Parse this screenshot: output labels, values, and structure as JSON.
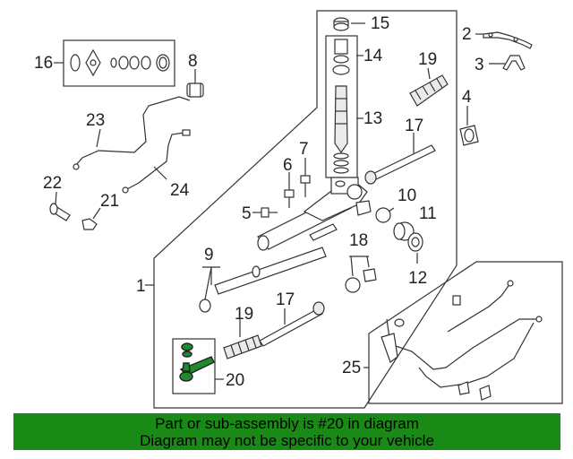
{
  "parts": {
    "p1": "1",
    "p2": "2",
    "p3": "3",
    "p4": "4",
    "p5": "5",
    "p6": "6",
    "p7": "7",
    "p7b": "17",
    "p8": "8",
    "p9": "9",
    "p10": "10",
    "p11": "11",
    "p12": "12",
    "p13": "13",
    "p14": "14",
    "p15": "15",
    "p16": "16",
    "p17": "17",
    "p18": "18",
    "p19": "19",
    "p19b": "19",
    "p20": "20",
    "p21": "21",
    "p22": "22",
    "p23": "23",
    "p24": "24",
    "p25": "25"
  },
  "highlighted_part": "20",
  "banner": {
    "line1": "Part or sub-assembly is #20 in diagram",
    "line2": "Diagram may not be specific to your vehicle",
    "color": "#1a8a16"
  },
  "accent_color": "#1f8a2e"
}
